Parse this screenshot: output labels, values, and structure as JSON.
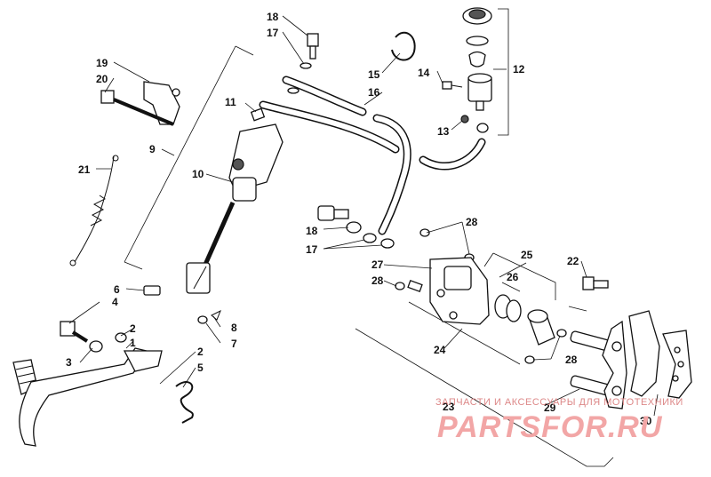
{
  "callouts": [
    {
      "label": "1"
    },
    {
      "label": "2"
    },
    {
      "label": "2"
    },
    {
      "label": "3"
    },
    {
      "label": "4"
    },
    {
      "label": "5"
    },
    {
      "label": "6"
    },
    {
      "label": "7"
    },
    {
      "label": "8"
    },
    {
      "label": "9"
    },
    {
      "label": "10"
    },
    {
      "label": "11"
    },
    {
      "label": "12"
    },
    {
      "label": "13"
    },
    {
      "label": "14"
    },
    {
      "label": "15"
    },
    {
      "label": "16"
    },
    {
      "label": "17"
    },
    {
      "label": "17"
    },
    {
      "label": "18"
    },
    {
      "label": "18"
    },
    {
      "label": "19"
    },
    {
      "label": "20"
    },
    {
      "label": "21"
    },
    {
      "label": "22"
    },
    {
      "label": "23"
    },
    {
      "label": "24"
    },
    {
      "label": "25"
    },
    {
      "label": "26"
    },
    {
      "label": "27"
    },
    {
      "label": "28"
    },
    {
      "label": "28"
    },
    {
      "label": "28"
    },
    {
      "label": "29"
    },
    {
      "label": "30"
    }
  ],
  "watermark": {
    "tagline": "ЗАПЧАСТИ И АКСЕССУАРЫ ДЛЯ МОТОТЕХНИКИ",
    "brand": "PARTSFOR.RU"
  }
}
